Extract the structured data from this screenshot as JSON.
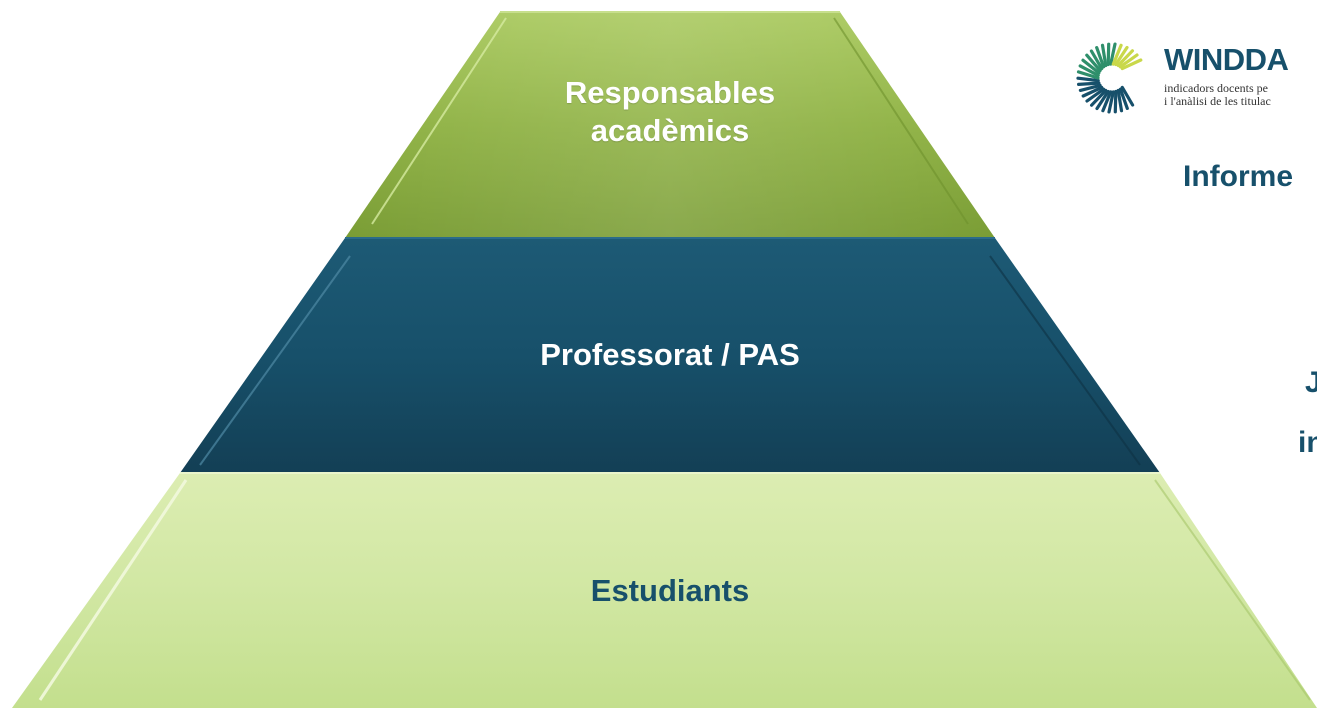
{
  "pyramid": {
    "top_label": "Responsables\nacadèmics",
    "middle_label": "Professorat / PAS",
    "bottom_label": "Estudiants"
  },
  "logo": {
    "name": "WINDDA",
    "tagline_1": "indicadors docents pe",
    "tagline_2": "i l'anàlisi de les titulac"
  },
  "side_text": {
    "line_1": "Informe",
    "line_2": "J",
    "line_3": "in"
  },
  "colors": {
    "top_tier": "#8db040",
    "middle_tier": "#1a5068",
    "bottom_tier": "#cfe6a0",
    "text_dark": "#17506b"
  }
}
